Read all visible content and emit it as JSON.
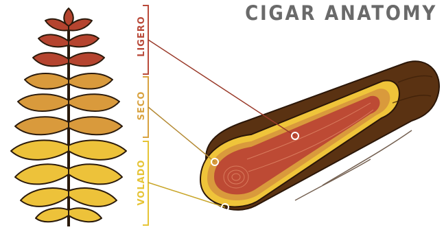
{
  "title": "CIGAR ANATOMY",
  "labels": {
    "ligero": "LIGERO",
    "seco": "SECO",
    "volado": "VOLADO"
  },
  "colors": {
    "ligero": "#b94a3a",
    "seco": "#d8a23f",
    "volado": "#e6c435",
    "wrapper": "#4a2a10",
    "title": "#6a6a6a"
  }
}
